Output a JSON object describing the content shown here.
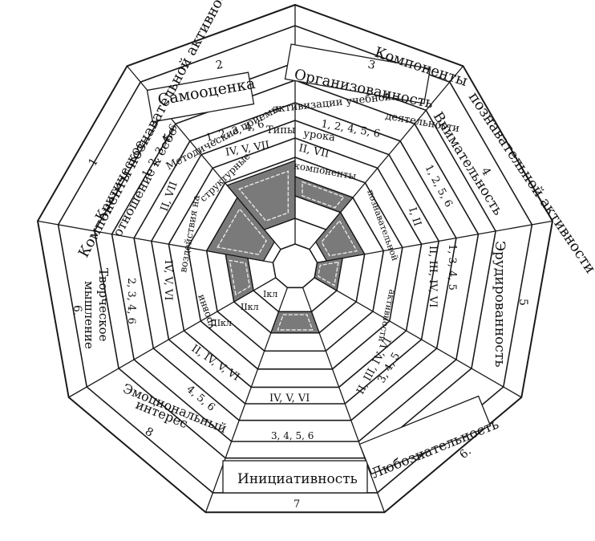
{
  "labels": {
    "comp_left": "Компоненты познавательной активности",
    "num_1": "1",
    "num_2": "2",
    "crit": "Критическое отношение к себе",
    "selfesteem": "Самооценка",
    "comp_right": "Компоненты познавательной активности",
    "num_3": "3",
    "num_4": "4",
    "org": "Организованность",
    "attention": "Внимательность",
    "methods": "Методические приемы активизации учебной деятельности",
    "m_1": "1, 2, 3, 4, 6",
    "m_2": "1, 2, 4, 5, 6",
    "m_3": "1, 2, 5, 6",
    "m_4": "1, 3, 4, 5",
    "m_5": "3, 4, 5",
    "m_6": "3, 4, 5, 6",
    "m_7": "4, 5, 6",
    "m_8": "2, 3, 4, 6",
    "m_9": "1, 2, 3, 4, 6",
    "types": "Типы",
    "lesson": "урока",
    "t_1": "IV, V, VII",
    "t_2": "II, VII",
    "t_3": "I, II",
    "t_4": "II, III, IV, VI",
    "t_5": "II, III, IV, VI",
    "t_6": "IV, V, VI",
    "t_7": "II, IV, V, VI",
    "t_8": "IV, V, VI",
    "t_9": "II, VII",
    "struct": "структурные",
    "components": "компоненты",
    "cognitive": "познавательной",
    "activity": "активности",
    "influence": "воздействия на",
    "levels": "уровни",
    "kl1": "Iкл",
    "kl2": "IIкл",
    "kl3": "IIIкл",
    "erud": "Эрудированность",
    "num_5": "5",
    "curious": "Любознательность",
    "num_6b": "6.",
    "initiative": "Инициативность",
    "num_7": "7",
    "emo": "Эмоциональный интерес",
    "num_8": "8",
    "creative": "Творческое мышление",
    "num_6": "6."
  }
}
